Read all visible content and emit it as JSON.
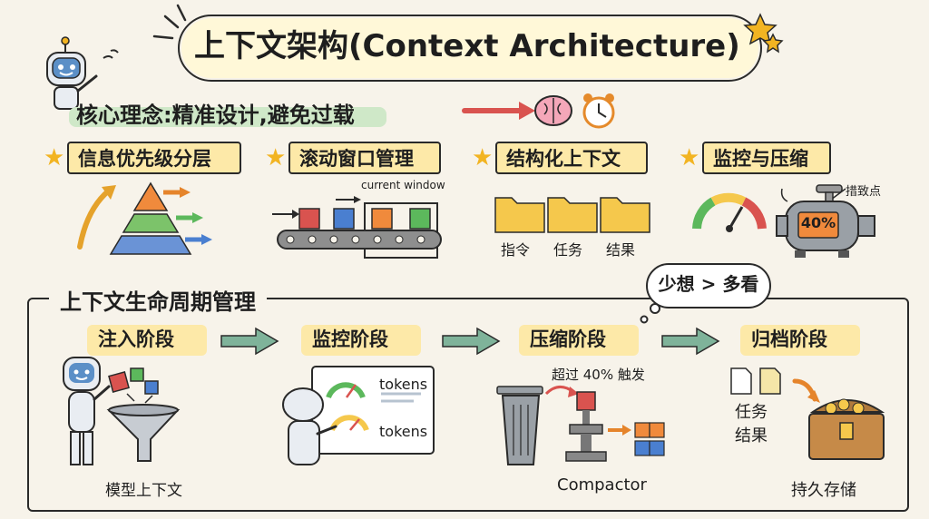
{
  "title": "上下文架构(Context Architecture)",
  "core_principle": "核心理念:精准设计,避免过载",
  "principles": [
    {
      "label": "信息优先级分层"
    },
    {
      "label": "滚动窗口管理",
      "caption": "current window"
    },
    {
      "label": "结构化上下文",
      "folders": [
        "指令",
        "任务",
        "结果"
      ]
    },
    {
      "label": "监控与压缩",
      "gauge_value": "40%",
      "note": "措致点"
    }
  ],
  "lifecycle": {
    "title": "上下文生命周期管理",
    "thought": "少想 > 多看",
    "stages": [
      {
        "label": "注入阶段",
        "caption": "模型上下文"
      },
      {
        "label": "监控阶段",
        "screen_labels": [
          "tokens",
          "tokens"
        ]
      },
      {
        "label": "压缩阶段",
        "trigger": "超过 40% 触发",
        "caption": "Compactor"
      },
      {
        "label": "归档阶段",
        "notes": [
          "任务",
          "结果"
        ],
        "caption": "持久存储"
      }
    ]
  },
  "colors": {
    "header_fill": "#fde9a8",
    "star": "#f2b422",
    "arrow_green": "#7fb39a",
    "arrow_red": "#d9534f"
  }
}
